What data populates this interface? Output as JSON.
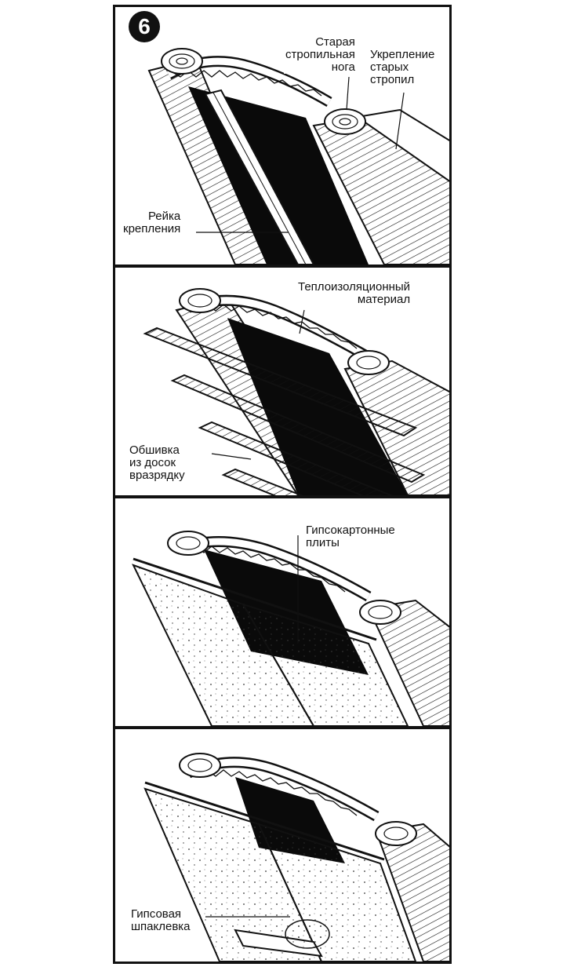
{
  "step_number": "6",
  "panels": [
    {
      "labels": {
        "old_rafter": "Старая\nстропильная\nнога",
        "reinforcement": "Укрепление\nстарых\nстропил",
        "batten": "Рейка\nкрепления"
      }
    },
    {
      "labels": {
        "insulation": "Теплоизоляционный\nматериал",
        "sheathing": "Обшивка\nиз досок\nвразрядку"
      }
    },
    {
      "labels": {
        "drywall": "Гипсокартонные\nплиты"
      }
    },
    {
      "labels": {
        "filler": "Гипсовая\nшпаклевка"
      }
    }
  ],
  "colors": {
    "ink": "#111111",
    "paper": "#ffffff",
    "cavity": "#0a0a0a"
  }
}
